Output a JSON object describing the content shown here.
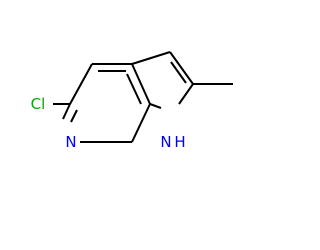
{
  "structure": {
    "atom_labels": {
      "chlorine": "Cl",
      "pyridine_nitrogen": "N",
      "indole_nitrogen": "N",
      "indole_hydrogen": "H"
    },
    "colors": {
      "chlorine": "#00aa00",
      "nitrogen": "#0000ff",
      "bond": "#000000"
    }
  }
}
